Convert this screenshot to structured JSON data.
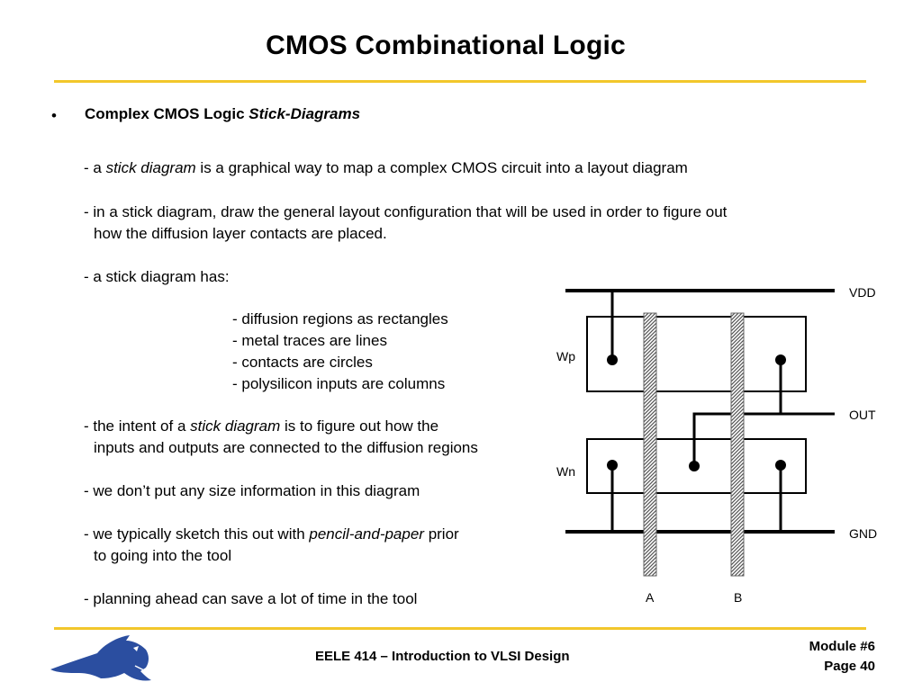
{
  "title": "CMOS Combinational Logic",
  "colors": {
    "accent_rule": "#F2C72B",
    "logo_blue": "#2B4EA0"
  },
  "bullet": {
    "marker": "•",
    "heading_text": "Complex CMOS Logic ",
    "heading_italic": "Stick-Diagrams"
  },
  "body": {
    "l1_pre": "- a ",
    "l1_italic": "stick diagram",
    "l1_post": " is a graphical way to map a complex CMOS circuit into a layout diagram",
    "l2a": " - in a stick diagram, draw the general layout configuration that will be used in order to figure out",
    "l2b": "how the diffusion layer contacts are placed.",
    "l3": "- a stick diagram has:",
    "items": [
      "- diffusion regions as rectangles",
      "- metal traces are lines",
      "- contacts are circles",
      "- polysilicon inputs are columns"
    ],
    "l4_pre": "- the intent of a ",
    "l4_italic": "stick diagram",
    "l4_post": " is to figure out how the",
    "l4b": "inputs and outputs are connected to the diffusion regions",
    "l5": "- we don’t put any size information in this diagram",
    "l6_pre": "- we typically sketch this out with ",
    "l6_italic": "pencil-and-paper",
    "l6_post": " prior",
    "l6b": "to going into the tool",
    "l7": "- planning ahead can save a lot of time in the tool"
  },
  "diagram": {
    "vdd": "VDD",
    "out": "OUT",
    "gnd": "GND",
    "wp": "Wp",
    "wn": "Wn",
    "input_a": "A",
    "input_b": "B"
  },
  "footer": {
    "course": "EELE 414 – Introduction to VLSI Design",
    "module": "Module #6",
    "page": "Page 40"
  }
}
